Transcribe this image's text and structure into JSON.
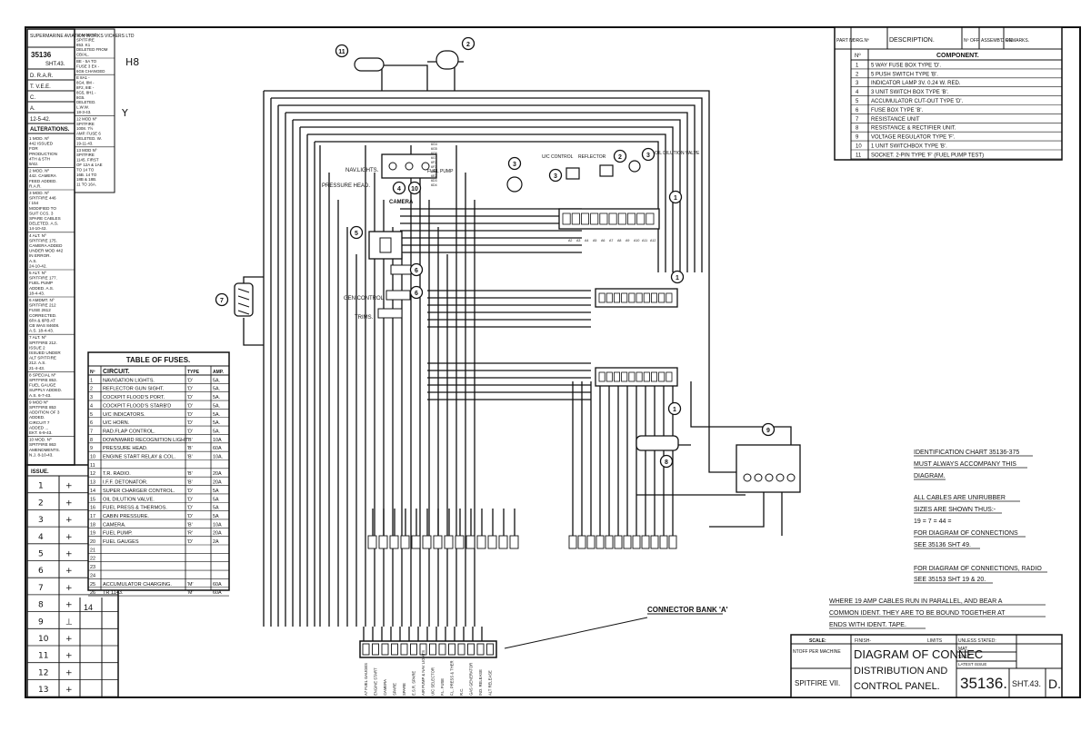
{
  "title_block": {
    "title_line1": "DIAGRAM OF CONNEC",
    "title_line2": "DISTRIBUTION AND",
    "title_line3": "CONTROL PANEL.",
    "drawing_number": "35136.",
    "sheet": "SHT.43.",
    "revision": "D.",
    "scale_label": "SCALE:",
    "scale_value": "NTOFF PER MACHINE",
    "finish_label": "FINISH-",
    "limits_label": "LIMITS",
    "unless_label": "UNLESS STATED:",
    "mat_label": "MAT.",
    "spec_label": "SPEC.",
    "spec_value": "LATEST ISSUE",
    "aircraft": "SPITFIRE VII."
  },
  "company_block": {
    "company": "SUPERMARINE AVIATION WORKS VICKERS LTD",
    "number": "35136",
    "sheet": "SHT.43.",
    "drawn": "D. R.A.R.",
    "traced": "T. V.E.E.",
    "checked": "C.",
    "approved": "A.",
    "date": "12-5-42.",
    "alterations_label": "ALTERATIONS."
  },
  "alterations": [
    "1  MOD. Nº 442 ISSUED FOR PRODUCTION 4TH & 5TH 9/42.",
    "2  MOD. Nº 442. CAMERA FEED ADDED. R.A.R.",
    "3  MOD. Nº SPITFIRE 446 / 154 MODIFIED TO SUIT CCS. 3 SPARE CABLES DELETED. A.S. 14-10-42.",
    "4  ALT. Nº SPITFIRE 175. CAMERA ADDED UNDER MOD 442 IN ERROR. A.S. 24-10-42.",
    "5  ALT. Nº SPITFIRE 177. FUEL PUMP ADDED. A.S. 18-4-43.",
    "6  AMDMT. Nº SPITFIRE 212 FUSE 2612 CORRECTED. 6PA & 6PB AT CB WAS 84608. A.S. 18-4-43.",
    "7  ALT. Nº SPITFIRE 212. ISSUE 2 ISSUED UNDER ALT SPITFIRE 212. A.S. 21-4-43.",
    "8  SPECIAL Nº SPITFIRE 853. FUEL GAUGE SUPPLY ADDED. A.S. 6-7-43.",
    "9  MOD Nº SPITFIRE 853 ADDITION OF 3 ADDED. CIRCUIT 7 ADDED ... EKT. 6-9-43.",
    "10  MOD. Nº SPITFIRE 863 AMENDMENTS. N.J. 8-10-43."
  ],
  "alterations_right": [
    "11  MOD Nº SPITFIRE 853. K1 DELETED FROM CB/AL.",
    "BE - 5A TO FUSE 3 EX - 6G6 CHANGED",
    "E  8A1 - 8G4, 8M - 8F2, 8IE - 8G5, 8H1 - 8G5. DELETED. L.W.W. 18-3-43.",
    "12  MOD Nº SPITFIRE 1008. 7½ AMP. FUSE 6 DELETED. W. 19-11-43.",
    "13  MOD Nº SPITFIRE 1145. FIRST OF 12A & 1AE TO 14 TO 16B. 14 TO 18B & 18B. 11 TO 16A. 14C EMPTY. 8-1-44."
  ],
  "issue_label": "ISSUE.",
  "issues": [
    "1",
    "2",
    "3",
    "4",
    "5",
    "6",
    "7",
    "8",
    "9",
    "10",
    "11",
    "12",
    "13"
  ],
  "issue_extra": "14",
  "fuse_table": {
    "title": "TABLE OF FUSES.",
    "headers": [
      "Nº",
      "CIRCUIT.",
      "TYPE",
      "AMP."
    ],
    "rows": [
      [
        "1",
        "NAVIGATION LIGHTS.",
        "'D'",
        "5A."
      ],
      [
        "2",
        "REFLECTOR GUN SIGHT.",
        "'D'",
        "5A."
      ],
      [
        "3",
        "COCKPIT FLOOD'S PORT.",
        "'D'",
        "5A."
      ],
      [
        "4",
        "COCKPIT FLOOD'S STARB'D",
        "'D'",
        "5A."
      ],
      [
        "5",
        "U/C INDICATORS.",
        "'D'",
        "5A."
      ],
      [
        "6",
        "U/C HORN.",
        "'D'",
        "5A."
      ],
      [
        "7",
        "RAD.FLAP CONTROL.",
        "'D'",
        "5A."
      ],
      [
        "8",
        "DOWNWARD RECOGNITION LIGHT",
        "'B'",
        "10A"
      ],
      [
        "9",
        "PRESSURE HEAD.",
        "'B'",
        "60A"
      ],
      [
        "10",
        "ENGINE START RELAY & COL.",
        "'B'",
        "10A."
      ],
      [
        "11",
        "",
        "",
        ""
      ],
      [
        "12",
        "T.R. RADIO.",
        "'B'",
        "20A"
      ],
      [
        "13",
        "I.F.F. DETONATOR.",
        "'B'",
        "20A"
      ],
      [
        "14",
        "SUPER CHARGER CONTROL.",
        "'D'",
        "5A"
      ],
      [
        "15",
        "OIL DILUTION VALVE.",
        "'D'",
        "5A"
      ],
      [
        "16",
        "FUEL PRESS & THERMOS.",
        "'D'",
        "5A"
      ],
      [
        "17",
        "CABIN PRESSURE.",
        "'D'",
        "5A"
      ],
      [
        "18",
        "CAMERA.",
        "'B'",
        "10A"
      ],
      [
        "19",
        "FUEL PUMP.",
        "'R'",
        "20A"
      ],
      [
        "20",
        "FUEL GAUGES",
        "'D'",
        "2A"
      ],
      [
        "21",
        "",
        "",
        ""
      ],
      [
        "22",
        "",
        "",
        ""
      ],
      [
        "23",
        "",
        "",
        ""
      ],
      [
        "24",
        "",
        "",
        ""
      ],
      [
        "25",
        "ACCUMULATOR CHARGING.",
        "'M'",
        "60A"
      ],
      [
        "26",
        "TR 1143.",
        "'M'",
        "60A"
      ]
    ]
  },
  "parts_table": {
    "headers": [
      "PART Nº",
      "DRG.Nº",
      "DESCRIPTION.",
      "Nº OFF.",
      "ASSEMB'D ON.",
      "REMARKS."
    ],
    "sub_headers": [
      "Nº",
      "COMPONENT."
    ],
    "rows": [
      [
        "1",
        "5 WAY FUSE BOX TYPE 'D'."
      ],
      [
        "2",
        "5 PUSH SWITCH TYPE 'B'."
      ],
      [
        "3",
        "INDICATOR LAMP 3V. 0.24 W. RED."
      ],
      [
        "4",
        "3 UNIT SWITCH BOX TYPE 'B'."
      ],
      [
        "5",
        "ACCUMULATOR CUT-OUT TYPE 'D'."
      ],
      [
        "6",
        "FUSE BOX TYPE 'B'."
      ],
      [
        "7",
        "RESISTANCE UNIT"
      ],
      [
        "8",
        "RESISTANCE & RECTIFIER UNIT."
      ],
      [
        "9",
        "VOLTAGE REGULATOR TYPE 'F'."
      ],
      [
        "10",
        "1 UNIT SWITCHBOX TYPE 'B'."
      ],
      [
        "11",
        "SOCKET. 2-PIN TYPE 'F' (FUEL PUMP TEST)"
      ]
    ]
  },
  "notes": {
    "ident_1": "IDENTIFICATION CHART 35136-375",
    "ident_2": "MUST ALWAYS ACCOMPANY THIS",
    "ident_3": "DIAGRAM.",
    "cables_1": "ALL CABLES ARE UNIRUBBER",
    "cables_2": "SIZES ARE SHOWN THUS:-",
    "cables_3": "19 = 7 = 44 =",
    "cables_4": "FOR DIAGRAM OF CONNECTIONS",
    "cables_5": "SEE 35136 SHT 49.",
    "radio_1": "FOR DIAGRAM OF CONNECTIONS, RADIO",
    "radio_2": "SEE 35153 SHT 19 & 20.",
    "parallel_1": "WHERE 19 AMP CABLES RUN IN PARALLEL, AND BEAR A",
    "parallel_2": "COMMON IDENT. THEY ARE TO BE BOUND TOGETHER AT",
    "parallel_3": "ENDS WITH IDENT. TAPE."
  },
  "labels": {
    "connector_bank": "CONNECTOR BANK 'A'",
    "nav_lights": "NAV.LIGHTS.",
    "pressure_head": "PRESSURE HEAD.",
    "camera": "CAMERA",
    "fuel_pump": "FUEL PUMP",
    "uc_control": "U/C CONTROL",
    "reflector": "REFLECTOR",
    "oil_dilution": "OIL DILUTION VALVE",
    "gen_control": "GEN.CONTROL",
    "trims": "TRIMS."
  },
  "component_markers": [
    "1",
    "1",
    "1",
    "2",
    "3",
    "4",
    "5",
    "6",
    "6",
    "7",
    "8",
    "9",
    "10",
    "11",
    "2",
    "3"
  ],
  "connector_labels": [
    "A7 FUEL GAUGES",
    "ENGINE START",
    "CAMERA",
    "SPARE",
    "SPARE",
    "E.S.R. SPARE",
    "AIR PUMP & NAV LIGHTS",
    "U/C SELECTOR",
    "F.L. FUSE",
    "F.L. PRESS & THER",
    "R.C.",
    "GAS GENERATOR",
    "IND. RELEASE",
    "ALT RELEASE"
  ],
  "wire_idents_top": [
    "6G4",
    "6G5",
    "6G6",
    "6G7",
    "6F2",
    "6F3",
    "6E1",
    "6E2",
    "6D3",
    "6D4"
  ],
  "wire_idents_bottom": [
    "A2",
    "A3",
    "A4",
    "A5",
    "A6",
    "A7",
    "A8",
    "A9",
    "A10",
    "A11",
    "A12"
  ],
  "handwritten_marks": [
    "H8",
    "Y"
  ]
}
